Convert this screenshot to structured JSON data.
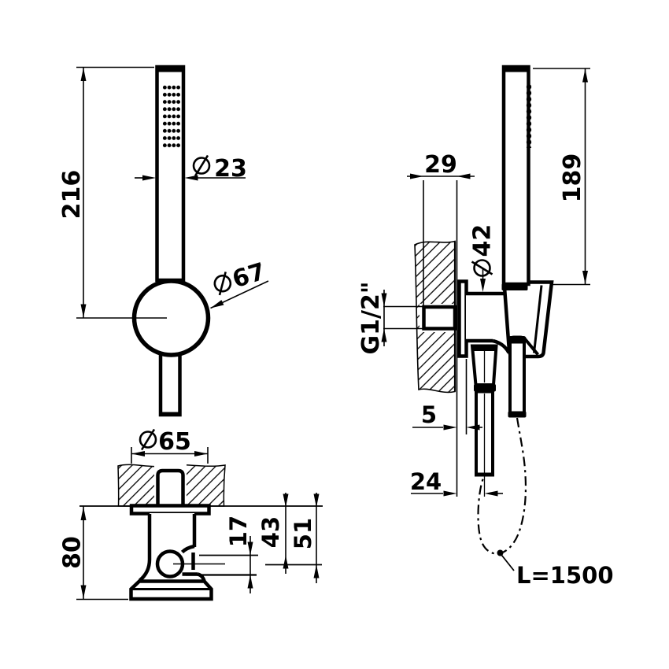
{
  "drawing": {
    "type": "technical-dimension-drawing",
    "subject": "hand shower set with wall bracket and hose",
    "colors": {
      "ink": "#000000",
      "background": "#ffffff"
    },
    "diameter_symbol": "⌀",
    "views": {
      "front": {
        "dim_height": "216",
        "dim_handle_diameter": {
          "symbol": "⌀",
          "value": "23"
        },
        "dim_holder_diameter": {
          "symbol": "⌀",
          "value": "67"
        }
      },
      "side": {
        "dim_length": "189",
        "dim_projection": "29",
        "dim_body_diameter": {
          "symbol": "⌀",
          "value": "42"
        },
        "thread_label": "G1/2\"",
        "dim_face_offset": "5",
        "dim_hose_axis_offset": "24",
        "hose_length_label": "L=1500"
      },
      "bottom": {
        "dim_recess_diameter": {
          "symbol": "⌀",
          "value": "65"
        },
        "dim_height": "80",
        "dim_outlet_offset": "17",
        "dim_axis_depth": "43",
        "dim_hose_depth": "51"
      }
    }
  }
}
